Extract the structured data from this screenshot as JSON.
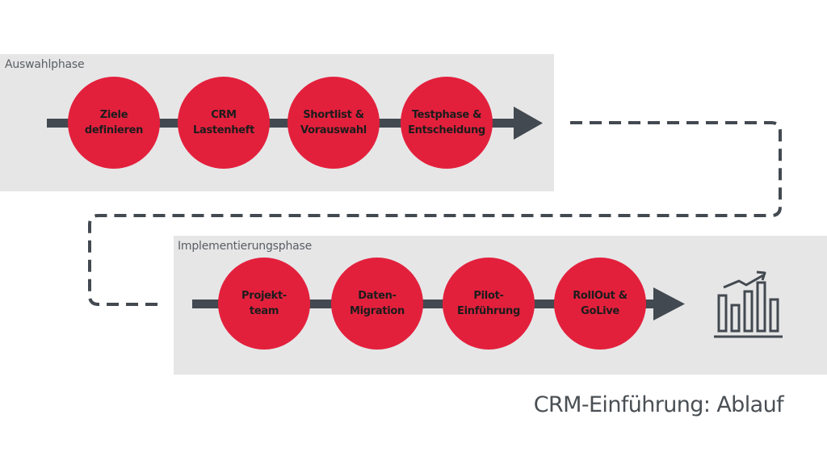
{
  "phases": [
    {
      "label": "Auswahlphase",
      "steps": [
        {
          "line1": "Ziele",
          "line2": "definieren"
        },
        {
          "line1": "CRM",
          "line2": "Lastenheft"
        },
        {
          "line1": "Shortlist &",
          "line2": "Vorauswahl"
        },
        {
          "line1": "Testphase &",
          "line2": "Entscheidung"
        }
      ]
    },
    {
      "label": "Implementierungsphase",
      "steps": [
        {
          "line1": "Projekt-",
          "line2": "team"
        },
        {
          "line1": "Daten-",
          "line2": "Migration"
        },
        {
          "line1": "Pilot-",
          "line2": "Einführung"
        },
        {
          "line1": "RollOut &",
          "line2": "GoLive"
        }
      ]
    }
  ],
  "title": "CRM-Einführung: Ablauf",
  "icons": [
    "growth-chart-icon"
  ],
  "colors": {
    "step_circle": "#e3203c",
    "arrow": "#434950",
    "panel": "#e6e6e7",
    "text_dark": "#1c1c1c",
    "title": "#4a4f54"
  }
}
